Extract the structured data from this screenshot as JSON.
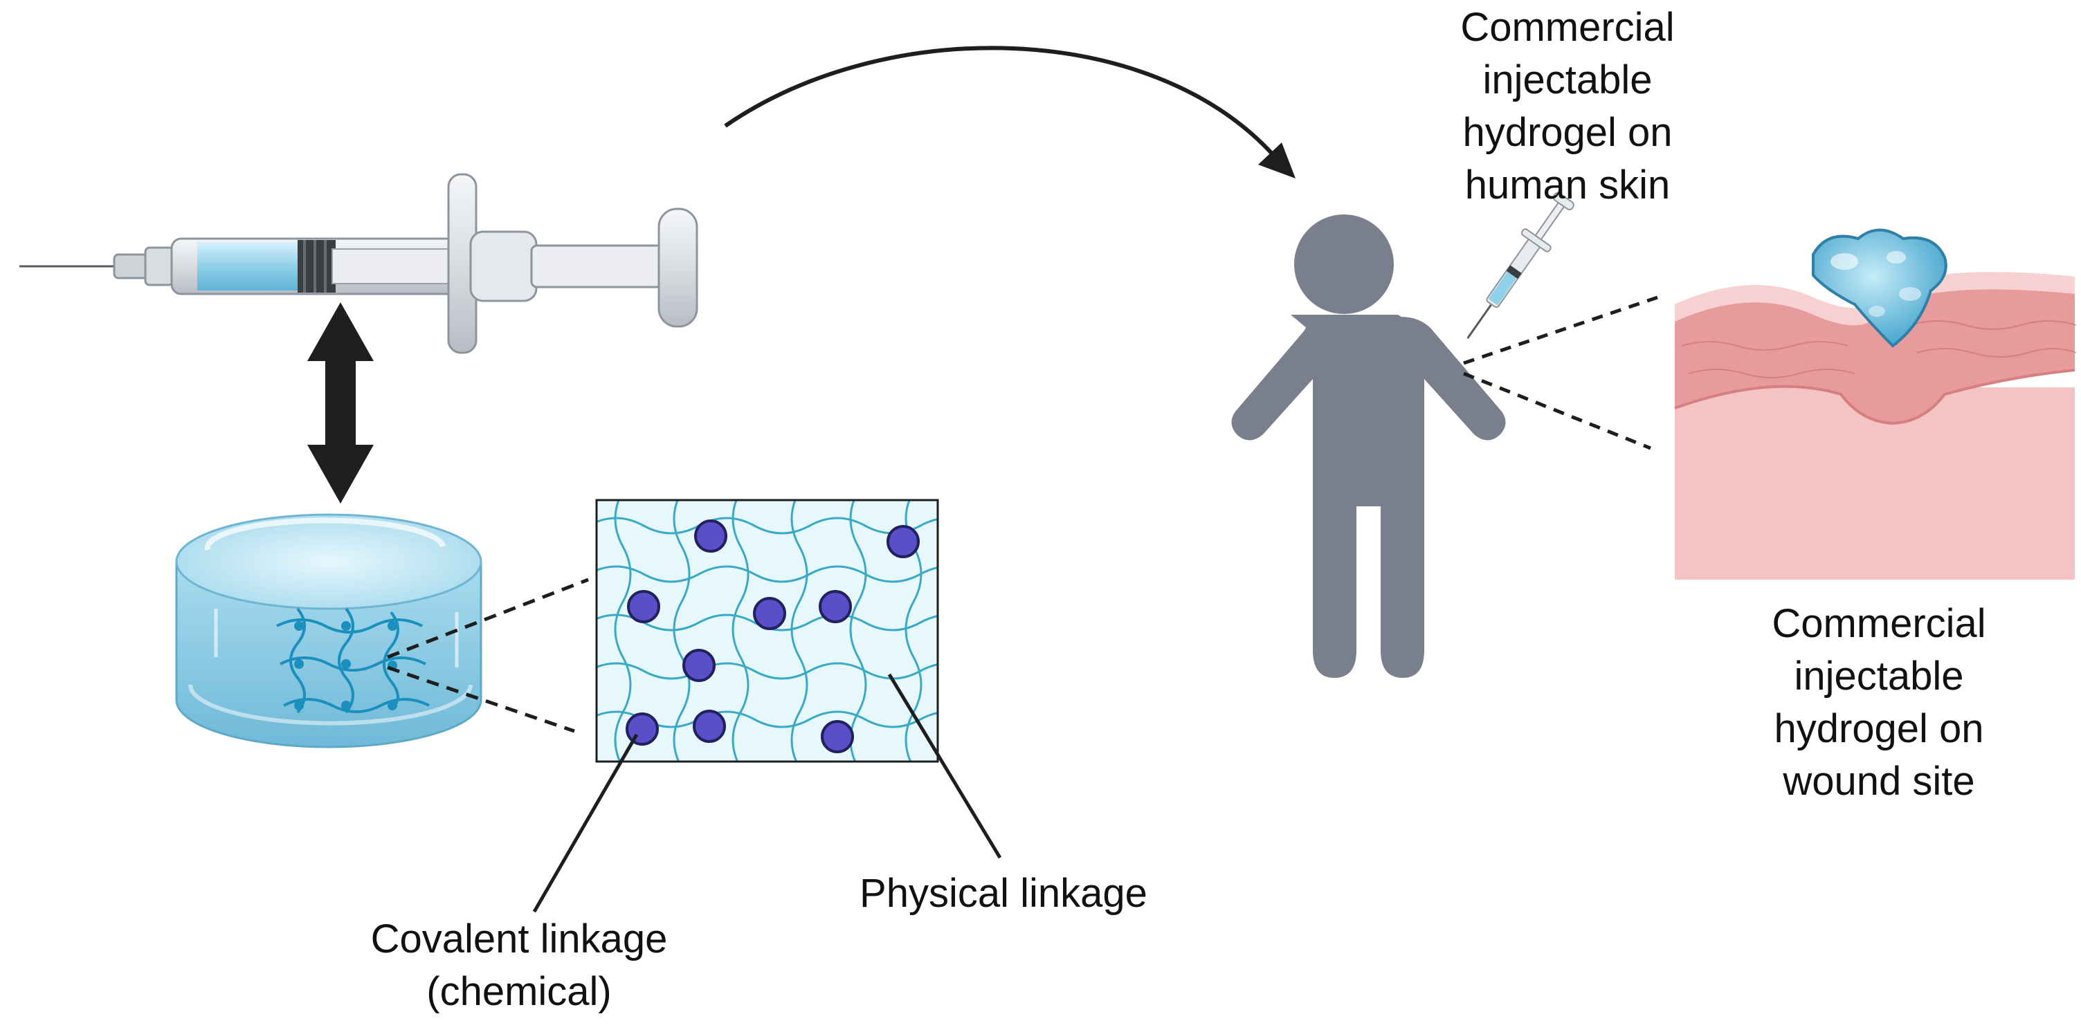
{
  "labels": {
    "skin_injection": "Commercial\ninjectable\nhydrogel on\nhuman skin",
    "wound_site": "Commercial\ninjectable\nhydrogel on\nwound site",
    "physical_linkage": "Physical linkage",
    "covalent_linkage": "Covalent linkage\n(chemical)"
  },
  "icons": [
    "syringe-icon",
    "double-arrow-icon",
    "hydrogel-disc-icon",
    "polymer-network-icon",
    "curved-arrow-icon",
    "person-icon",
    "small-syringe-icon",
    "skin-section-icon",
    "hydrogel-blob-icon"
  ],
  "colors": {
    "person": "#7a7f8e",
    "hydrogel_blue": "#9fd3e6",
    "network_line": "#38aac8",
    "crosslink_node": "#5b4ec9",
    "skin_epidermis": "#e8a0a0",
    "skin_dermis": "#f4c4c4",
    "arrow": "#1e1e1e"
  }
}
